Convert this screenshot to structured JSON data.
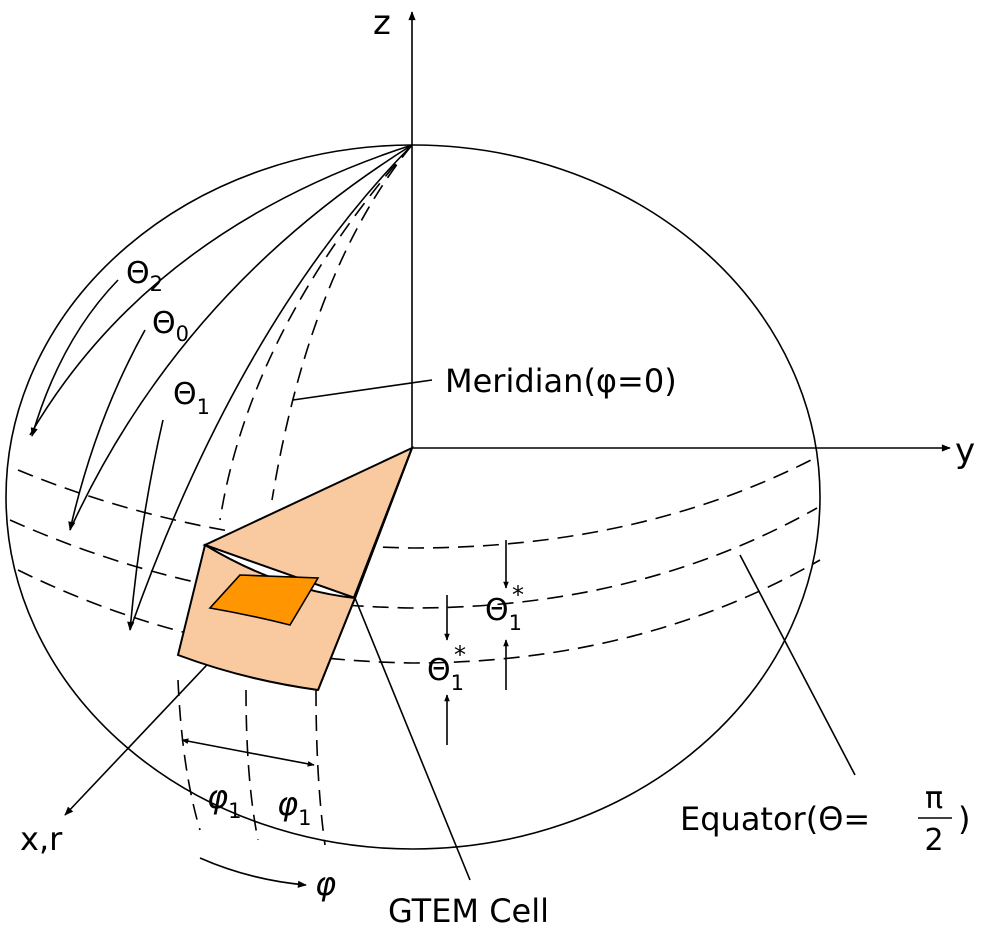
{
  "axes": {
    "z": "z",
    "y": "y",
    "x": "x,r",
    "phi": "φ"
  },
  "labels": {
    "theta2": {
      "sym": "Θ",
      "sub": "2"
    },
    "theta0": {
      "sym": "Θ",
      "sub": "0"
    },
    "theta1": {
      "sym": "Θ",
      "sub": "1"
    },
    "meridian": "Meridian(φ=0)",
    "theta1star_upper": {
      "sym": "Θ",
      "sub": "1",
      "sup": "*"
    },
    "theta1star_lower": {
      "sym": "Θ",
      "sub": "1",
      "sup": "*"
    },
    "phi1_left": {
      "sym": "φ",
      "sub": "1"
    },
    "phi1_right": {
      "sym": "φ",
      "sub": "1"
    },
    "equator_prefix": "Equator(Θ=",
    "equator_num": "π",
    "equator_den": "2",
    "equator_suffix": ")",
    "gtem": "GTEM Cell"
  },
  "colors": {
    "cell_fill": "#f9c9a0",
    "aperture_fill": "#ff9500",
    "line": "#000000"
  }
}
